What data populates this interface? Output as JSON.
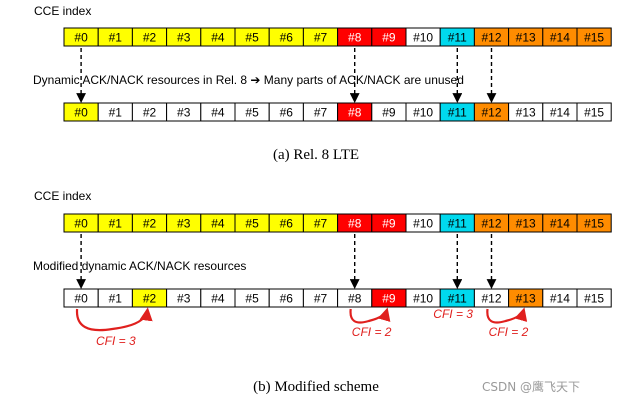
{
  "colors": {
    "yellow": "#ffff00",
    "red": "#ff0000",
    "cyan": "#00d9ee",
    "orange": "#ff8c00",
    "white": "#ffffff",
    "arc": "#e0201e"
  },
  "labels": {
    "cce_index_top": "CCE index",
    "dynamic_text": "Dynamic ACK/NACK resources in Rel. 8 ➔ Many parts of ACK/NACK are unused",
    "caption_a": "(a) Rel. 8 LTE",
    "cce_index_bottom": "CCE index",
    "modified_text": "Modified dynamic ACK/NACK resources",
    "caption_b": "(b) Modified scheme",
    "watermark": "CSDN @鹰飞天下"
  },
  "rows": [
    {
      "id": "row-a-cce",
      "cells": [
        "#0",
        "#1",
        "#2",
        "#3",
        "#4",
        "#5",
        "#6",
        "#7",
        "#8",
        "#9",
        "#10",
        "#11",
        "#12",
        "#13",
        "#14",
        "#15"
      ],
      "fills": [
        "yellow",
        "yellow",
        "yellow",
        "yellow",
        "yellow",
        "yellow",
        "yellow",
        "yellow",
        "red",
        "red",
        "white",
        "cyan",
        "orange",
        "orange",
        "orange",
        "orange"
      ]
    },
    {
      "id": "row-a-ack",
      "cells": [
        "#0",
        "#1",
        "#2",
        "#3",
        "#4",
        "#5",
        "#6",
        "#7",
        "#8",
        "#9",
        "#10",
        "#11",
        "#12",
        "#13",
        "#14",
        "#15"
      ],
      "fills": [
        "yellow",
        "white",
        "white",
        "white",
        "white",
        "white",
        "white",
        "white",
        "red",
        "white",
        "white",
        "cyan",
        "orange",
        "white",
        "white",
        "white"
      ]
    },
    {
      "id": "row-b-cce",
      "cells": [
        "#0",
        "#1",
        "#2",
        "#3",
        "#4",
        "#5",
        "#6",
        "#7",
        "#8",
        "#9",
        "#10",
        "#11",
        "#12",
        "#13",
        "#14",
        "#15"
      ],
      "fills": [
        "yellow",
        "yellow",
        "yellow",
        "yellow",
        "yellow",
        "yellow",
        "yellow",
        "yellow",
        "red",
        "red",
        "white",
        "cyan",
        "orange",
        "orange",
        "orange",
        "orange"
      ]
    },
    {
      "id": "row-b-ack",
      "cells": [
        "#0",
        "#1",
        "#2",
        "#3",
        "#4",
        "#5",
        "#6",
        "#7",
        "#8",
        "#9",
        "#10",
        "#11",
        "#12",
        "#13",
        "#14",
        "#15"
      ],
      "fills": [
        "white",
        "white",
        "yellow",
        "white",
        "white",
        "white",
        "white",
        "white",
        "white",
        "red",
        "white",
        "cyan",
        "white",
        "orange",
        "white",
        "white"
      ]
    }
  ],
  "mappings_a": [
    {
      "from": 0,
      "to": 0
    },
    {
      "from": 8,
      "to": 8
    },
    {
      "from": 11,
      "to": 11
    },
    {
      "from": 12,
      "to": 12
    }
  ],
  "mappings_b": [
    {
      "from": 0,
      "to": 0
    },
    {
      "from": 8,
      "to": 8
    },
    {
      "from": 11,
      "to": 11
    },
    {
      "from": 12,
      "to": 12
    }
  ],
  "cfi_arcs": [
    {
      "from": 0,
      "to": 2,
      "label": "CFI = 3"
    },
    {
      "from": 8,
      "to": 9,
      "label": "CFI = 2"
    },
    {
      "from": 11,
      "to": 11,
      "label": "CFI = 3"
    },
    {
      "from": 12,
      "to": 13,
      "label": "CFI = 2"
    }
  ]
}
